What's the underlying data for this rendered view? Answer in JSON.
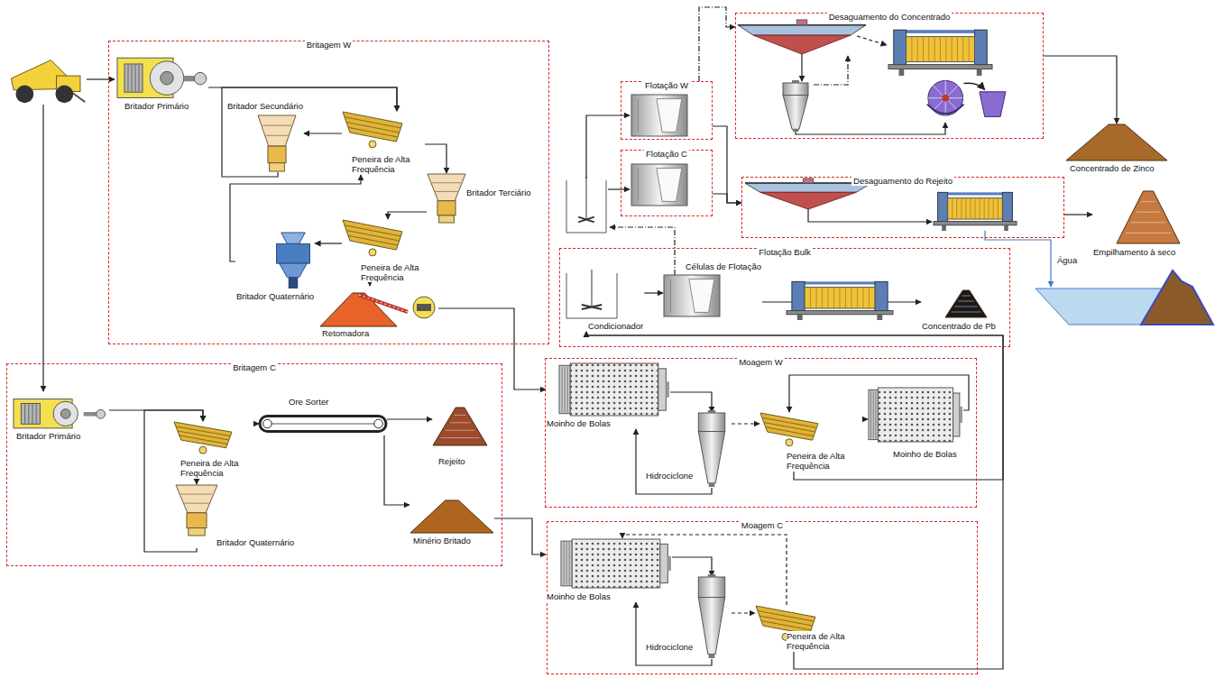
{
  "diagram": {
    "nodes": [
      {
        "text": [
          "Britagem W"
        ]
      },
      {
        "text": [
          "Britador Primário"
        ],
        "in": 0
      },
      {
        "text": [
          "Britador Secundário"
        ],
        "in": 0
      },
      {
        "text": [
          "Peneira de Alta Frequência"
        ],
        "in": 0
      },
      {
        "text": [
          "Britador Terciário"
        ],
        "in": 0
      },
      {
        "text": [
          "Peneira de Alta Frequência"
        ],
        "in": 0
      },
      {
        "text": [
          "Britador Quaternário"
        ],
        "in": 0
      },
      {
        "text": [
          "Retomadora"
        ],
        "in": 0
      },
      {
        "text": [
          "Britagem C"
        ]
      },
      {
        "text": [
          "Britador Primário"
        ],
        "in": 8
      },
      {
        "text": [
          "Peneira de Alta Frequência"
        ],
        "in": 8
      },
      {
        "text": [
          "Britador Quaternário"
        ],
        "in": 8
      },
      {
        "text": [
          "Ore Sorter"
        ],
        "in": 8
      },
      {
        "text": [
          "Rejeito"
        ],
        "in": 8
      },
      {
        "text": [
          "Minério Britado"
        ],
        "in": 8
      },
      {
        "text": [
          "Moagem W"
        ]
      },
      {
        "text": [
          "Moinho de Bolas"
        ],
        "in": 15
      },
      {
        "text": [
          "Hidrociclone"
        ],
        "in": 15
      },
      {
        "text": [
          "Peneira de Alta Frequência"
        ],
        "in": 15
      },
      {
        "text": [
          "Moinho de Bolas"
        ],
        "in": 15
      },
      {
        "text": [
          "Moagem C"
        ]
      },
      {
        "text": [
          "Moinho de Bolas"
        ],
        "in": 20
      },
      {
        "text": [
          "Hidrociclone"
        ],
        "in": 20
      },
      {
        "text": [
          "Peneira de Alta Frequência"
        ],
        "in": 20
      },
      {
        "text": [
          "Flotação Bulk"
        ]
      },
      {
        "text": [
          "Condicionador"
        ],
        "in": 24
      },
      {
        "text": [
          "Células de Flotação"
        ],
        "in": 24
      },
      {
        "text": [
          "Concentrado de Pb"
        ],
        "in": 24
      },
      {
        "text": [
          "Flotação W"
        ]
      },
      {
        "text": [
          "Flotação C"
        ]
      },
      {
        "text": [
          "Desaguamento do Concentrado"
        ]
      },
      {
        "text": [
          "Desaguamento do Rejeito"
        ]
      },
      {
        "text": [
          "Concentrado de Zinco"
        ]
      },
      {
        "text": [
          "Empilhamento à seco"
        ]
      }
    ],
    "edges": [
      {
        "from": 1,
        "to": 3,
        "arrow": "to"
      },
      {
        "from": 3,
        "to": 2,
        "arrow": "to"
      },
      {
        "from": 2,
        "to": 3,
        "arrow": "to"
      },
      {
        "from": 3,
        "to": 4,
        "arrow": "to"
      },
      {
        "from": 4,
        "to": 5,
        "arrow": "to"
      },
      {
        "from": 5,
        "to": 6,
        "arrow": "to"
      },
      {
        "from": 6,
        "to": 3,
        "arrow": "to"
      },
      {
        "from": 5,
        "to": 7,
        "arrow": "to"
      },
      {
        "from": 7,
        "to": 16,
        "arrow": "to"
      },
      {
        "from": 9,
        "to": 10,
        "arrow": "to"
      },
      {
        "from": 10,
        "to": 11,
        "arrow": "to"
      },
      {
        "from": 11,
        "to": 10,
        "arrow": "to"
      },
      {
        "from": 10,
        "to": 12,
        "arrow": "to"
      },
      {
        "from": 12,
        "to": 13,
        "arrow": "to"
      },
      {
        "from": 12,
        "to": 14,
        "arrow": "to"
      },
      {
        "from": 14,
        "to": 21,
        "arrow": "to"
      },
      {
        "from": 16,
        "to": 17,
        "arrow": "to"
      },
      {
        "from": 17,
        "to": 16,
        "arrow": "to"
      },
      {
        "from": 17,
        "to": 18,
        "arrow": "to"
      },
      {
        "from": 18,
        "to": 19,
        "arrow": "to"
      },
      {
        "from": 19,
        "to": 18,
        "arrow": "to"
      },
      {
        "from": 18,
        "to": 25,
        "arrow": "to"
      },
      {
        "from": 21,
        "to": 22,
        "arrow": "to"
      },
      {
        "from": 22,
        "to": 21,
        "arrow": "to"
      },
      {
        "from": 22,
        "to": 23,
        "arrow": "to"
      },
      {
        "from": 23,
        "to": 21,
        "arrow": "to"
      },
      {
        "from": 23,
        "to": 25,
        "arrow": "to"
      },
      {
        "from": 25,
        "to": 26,
        "arrow": "to"
      },
      {
        "from": 26,
        "to": 27,
        "arrow": "to"
      },
      {
        "from": 28,
        "to": 30,
        "arrow": "to"
      },
      {
        "from": 28,
        "to": 31,
        "arrow": "to"
      },
      {
        "from": 29,
        "to": 31,
        "arrow": "to"
      },
      {
        "from": 30,
        "to": 32,
        "arrow": "to"
      },
      {
        "from": 31,
        "to": 33,
        "arrow": "to"
      }
    ],
    "labels": [
      "Água"
    ]
  }
}
